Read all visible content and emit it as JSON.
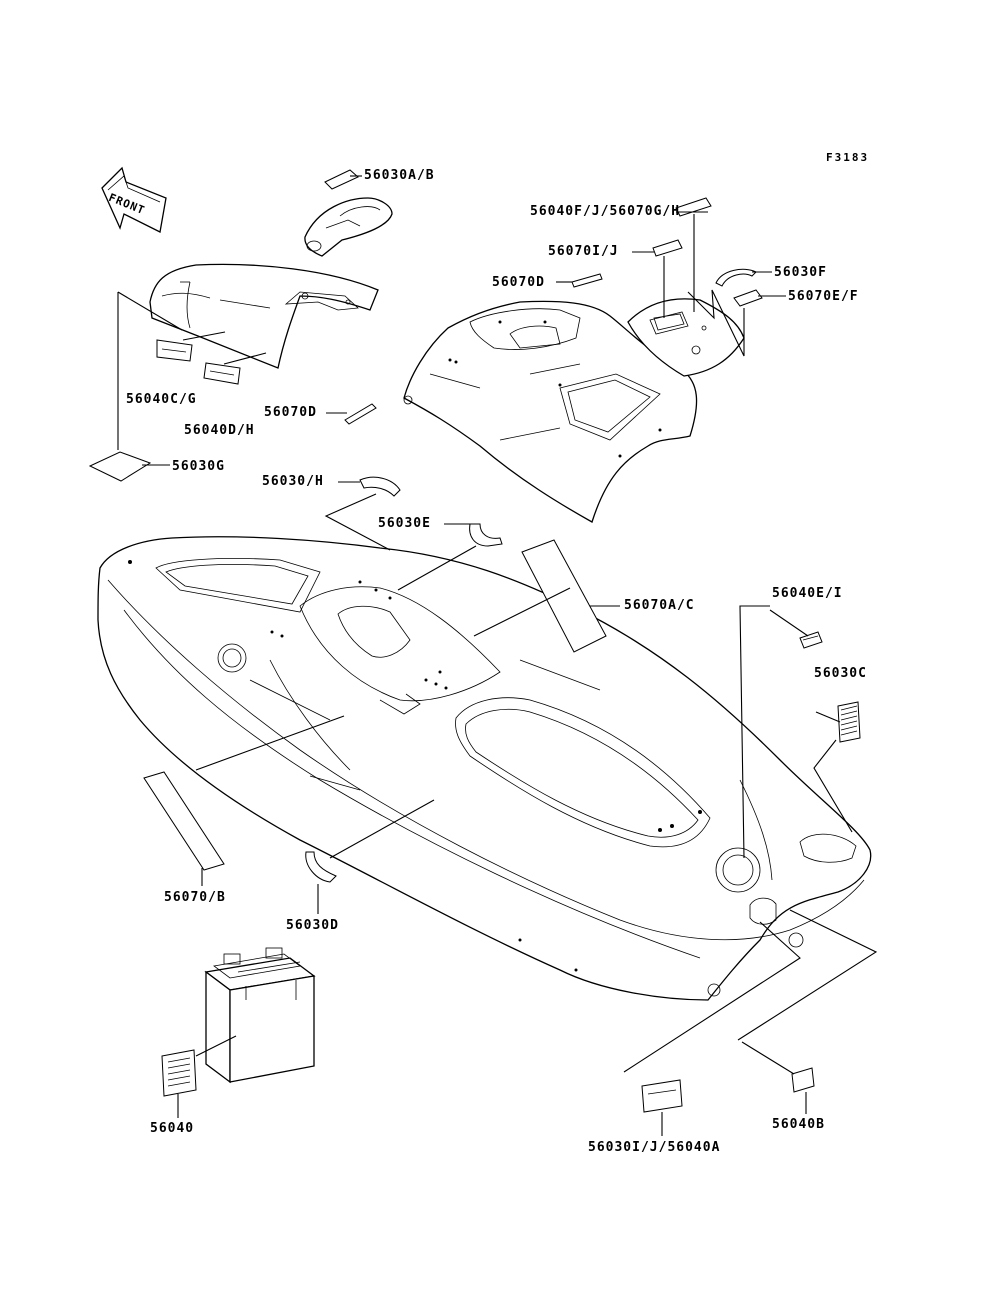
{
  "figure_code": "F3183",
  "front_arrow": {
    "text": "FRONT",
    "icon": "front-arrow-icon"
  },
  "labels": {
    "l_56030AB": "56030A/B",
    "l_56040FJ_56070GH": "56040F/J/56070G/H",
    "l_56070IJ": "56070I/J",
    "l_56030F": "56030F",
    "l_56070D_top": "56070D",
    "l_56070EF": "56070E/F",
    "l_56040CG": "56040C/G",
    "l_56070D_mid": "56070D",
    "l_56040DH": "56040D/H",
    "l_56030G": "56030G",
    "l_56030H": "56030/H",
    "l_56030E": "56030E",
    "l_56070AC": "56070A/C",
    "l_56040EI": "56040E/I",
    "l_56030C": "56030C",
    "l_56070B": "56070/B",
    "l_56030D": "56030D",
    "l_56040": "56040",
    "l_56040B": "56040B",
    "l_56030IJ_56040A": "56030I/J/56040A"
  }
}
